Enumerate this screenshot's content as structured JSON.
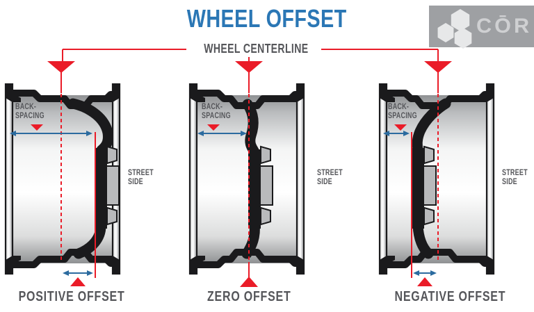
{
  "title": "WHEEL OFFSET",
  "header": {
    "centerline_label": "WHEEL CENTERLINE"
  },
  "logo": {
    "text": "CŌR",
    "icon": "hexagon-cluster-icon"
  },
  "wheels": [
    {
      "id": "positive-offset",
      "backspacing_line1": "BACK-",
      "backspacing_line2": "SPACING",
      "street_line1": "STREET",
      "street_line2": "SIDE",
      "offset_label": "POSITIVE OFFSET"
    },
    {
      "id": "zero-offset",
      "backspacing_line1": "BACK-",
      "backspacing_line2": "SPACING",
      "street_line1": "STREET",
      "street_line2": "SIDE",
      "offset_label": "ZERO OFFSET"
    },
    {
      "id": "negative-offset",
      "backspacing_line1": "BACK-",
      "backspacing_line2": "SPACING",
      "street_line1": "STREET",
      "street_line2": "SIDE",
      "offset_label": "NEGATIVE OFFSET"
    }
  ],
  "colors": {
    "accent_red": "#ea1c28",
    "title_blue": "#2b77b5",
    "label_gray": "#55565a",
    "arrow_blue": "#2b6b9f",
    "artwork_black": "#1a1a1c",
    "logo_gray": "#9ea0a3"
  }
}
